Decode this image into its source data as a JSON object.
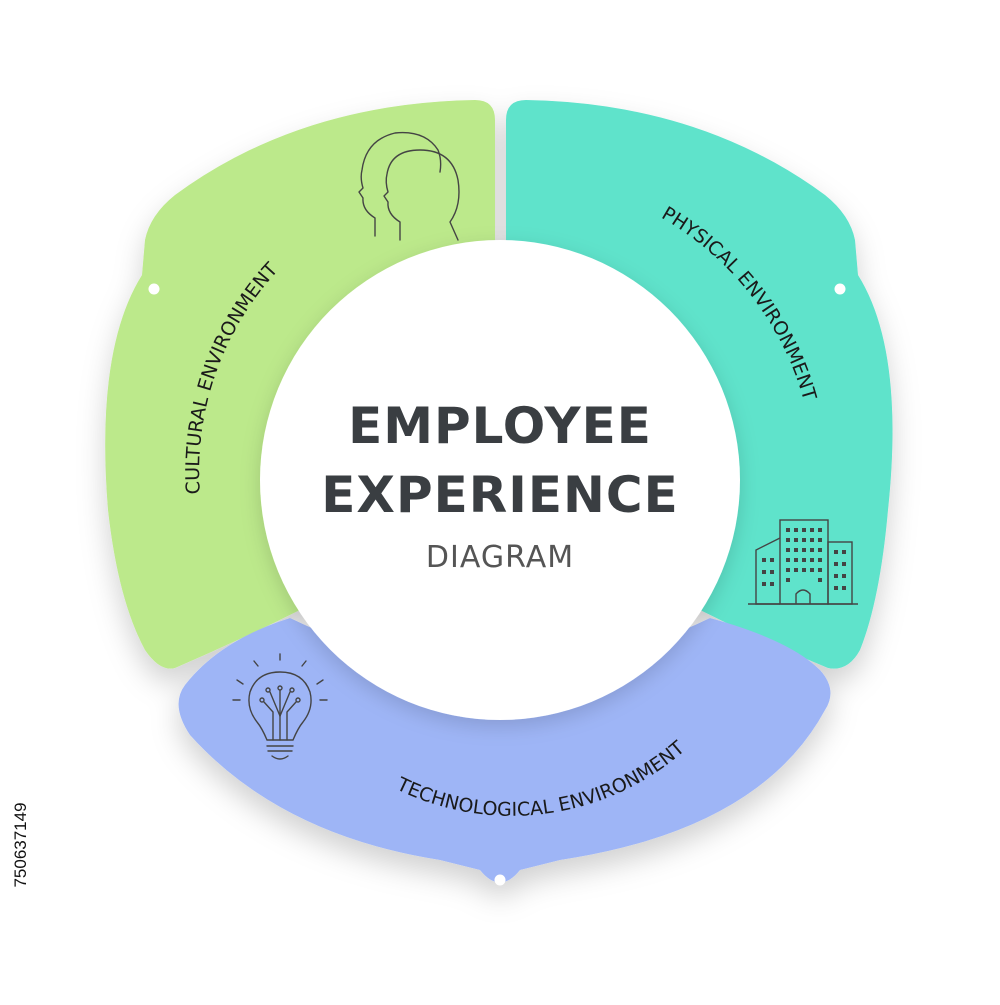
{
  "diagram": {
    "center": {
      "title_line1": "EMPLOYEE",
      "title_line2": "EXPERIENCE",
      "subtitle": "DIAGRAM"
    },
    "segments": [
      {
        "label": "CULTURAL ENVIRONMENT",
        "icon": "two-heads-profile-icon",
        "color": "#bce98b"
      },
      {
        "label": "PHYSICAL ENVIRONMENT",
        "icon": "office-buildings-icon",
        "color": "#5fe3cb"
      },
      {
        "label": "TECHNOLOGICAL ENVIRONMENT",
        "icon": "circuit-lightbulb-icon",
        "color": "#9eb5f6"
      }
    ],
    "colors": {
      "title": "#3a3e42",
      "subtitle": "#555555",
      "label": "#1a1a1a",
      "icon_stroke": "#444444"
    }
  },
  "stock_id": "750637149"
}
